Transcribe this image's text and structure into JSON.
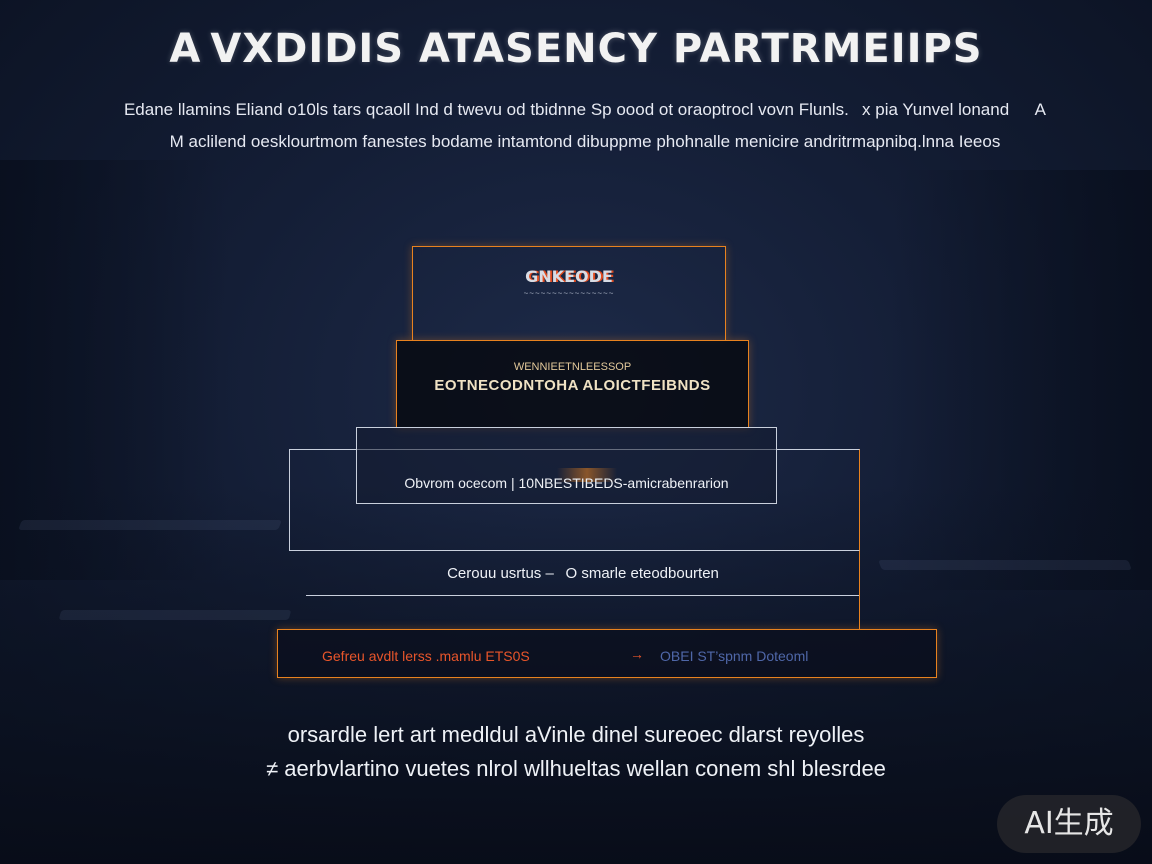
{
  "title": "A VXDIDIS ATASENCY PARTRMEIIPS",
  "subtitle": {
    "line1": "Edane llamins Eliand o10ls tars qcaoll Ind d twevu od tbidnne Sp oood ot oraoptrocl vovn Flunls.  x pia Yunvel lonand   A",
    "line2": "M aclilend oesklourtmom fanestes bodame intamtond dibuppme phohnalle menicire andritrmapnibq.lnna Ieeos"
  },
  "diagram": {
    "tier1": {
      "logo": "GNKEODE",
      "logo_sub": "~~~~~~~~~~~~~~~~"
    },
    "tier2": {
      "small": "WENNIEETNLEESSOP",
      "main": "EOTNECODNTOHA ALOICTFEIBNDS"
    },
    "tier3": {
      "label": "Obvrom ocecom | 10NBESTIBEDS-amicrabenrarion"
    },
    "tier4": {
      "label": "Cerouu usrtus –  O smarle eteodbourten"
    },
    "tier5": {
      "left": "Gefreu avdlt lerss .mamlu ETS0S",
      "arrow": "→",
      "right": "OBEI ST’spnm Doteoml"
    }
  },
  "footer": {
    "line1": "orsardle lert art medldul aVinle dinel sureoec dlarst reyolles",
    "line2": "≠ aerbvlartino vuetes nlrol wllhueltas wellan conem shl blesrdee"
  },
  "badge": "AI生成",
  "colors": {
    "accent": "#e8821f",
    "accent_red": "#e8552a",
    "outline": "#c9d0dd",
    "muted_blue": "#4f67a8"
  }
}
